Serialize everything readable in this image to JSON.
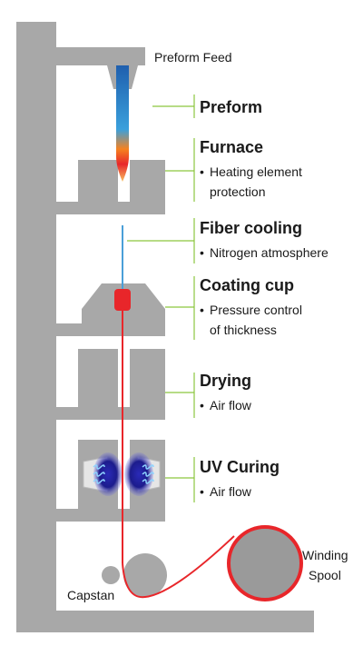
{
  "labels": {
    "preform_feed": "Preform Feed",
    "capstan": "Capstan",
    "winding_line1": "Winding",
    "winding_line2": "Spool"
  },
  "stages": [
    {
      "title": "Preform",
      "items": []
    },
    {
      "title": "Furnace",
      "items": [
        "Heating element",
        "protection"
      ]
    },
    {
      "title": "Fiber cooling",
      "items": [
        "Nitrogen atmosphere"
      ]
    },
    {
      "title": "Coating cup",
      "items": [
        "Pressure control",
        "of thickness"
      ]
    },
    {
      "title": "Drying",
      "items": [
        "Air flow"
      ]
    },
    {
      "title": "UV Curing",
      "items": [
        "Air flow"
      ]
    }
  ],
  "bullet": "•",
  "colors": {
    "tower": "#a8a8a8",
    "fiber": "#e8262a",
    "fiber_blue": "#4a9fd8",
    "leader": "#8cc63f",
    "uv_glow": "#1c1c8c",
    "coating": "#e8262a",
    "spool": "#9a9a9a"
  }
}
